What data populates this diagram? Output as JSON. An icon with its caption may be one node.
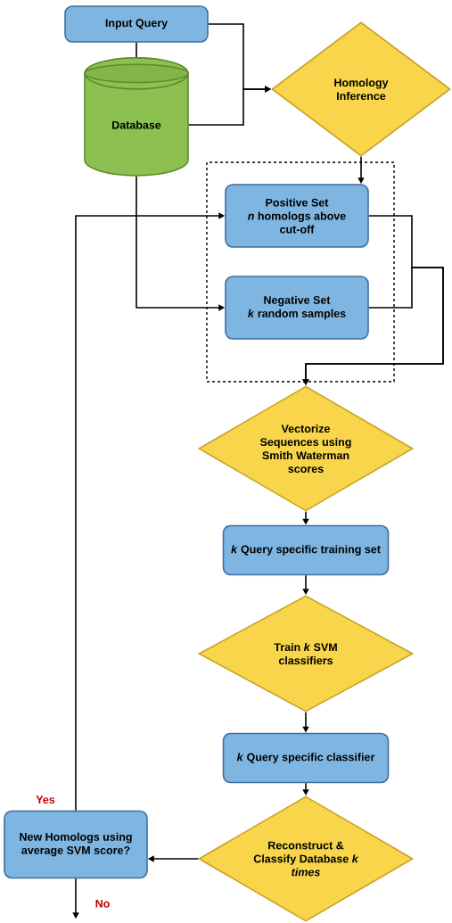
{
  "diagram": {
    "nodes": [
      {
        "text": [
          "Input Query"
        ]
      },
      {
        "text": [
          "Database"
        ]
      },
      {
        "text": [
          "Homology Inference"
        ]
      },
      {
        "text": [],
        "shape": "box"
      },
      {
        "text": [
          "Positive Set",
          "*n* homologs above cut-off"
        ],
        "in": 3
      },
      {
        "text": [
          "Negative Set",
          "*k* random samples"
        ],
        "in": 3
      },
      {
        "text": [
          "Vectorize Sequences using Smith Waterman scores"
        ]
      },
      {
        "text": [
          "*k* Query specific training set"
        ]
      },
      {
        "text": [
          "Train *k* SVM classifiers"
        ]
      },
      {
        "text": [
          "*k* Query specific classifier"
        ]
      },
      {
        "text": [
          "Reconstruct & Classify Database *k times*"
        ]
      },
      {
        "text": [
          "New Homologs using average SVM score?"
        ]
      }
    ],
    "edges": [
      {
        "from": 0,
        "to": 1,
        "arrow": "none"
      },
      {
        "from": 0,
        "to": 2,
        "arrow": "to"
      },
      {
        "from": 1,
        "to": 2,
        "arrow": "to"
      },
      {
        "from": 1,
        "to": 5,
        "arrow": "to"
      },
      {
        "from": 2,
        "to": 4,
        "arrow": "to"
      },
      {
        "from": 4,
        "to": 6,
        "arrow": "to"
      },
      {
        "from": 5,
        "to": 6,
        "arrow": "to"
      },
      {
        "from": 6,
        "to": 7,
        "arrow": "to"
      },
      {
        "from": 7,
        "to": 8,
        "arrow": "to"
      },
      {
        "from": 8,
        "to": 9,
        "arrow": "to"
      },
      {
        "from": 9,
        "to": 10,
        "arrow": "to"
      },
      {
        "from": 10,
        "to": 11,
        "arrow": "to"
      },
      {
        "from": 11,
        "to": 4,
        "arrow": "to",
        "label": "Yes"
      },
      {
        "from": 11,
        "to": null,
        "arrow": "to",
        "label": "No"
      }
    ]
  }
}
